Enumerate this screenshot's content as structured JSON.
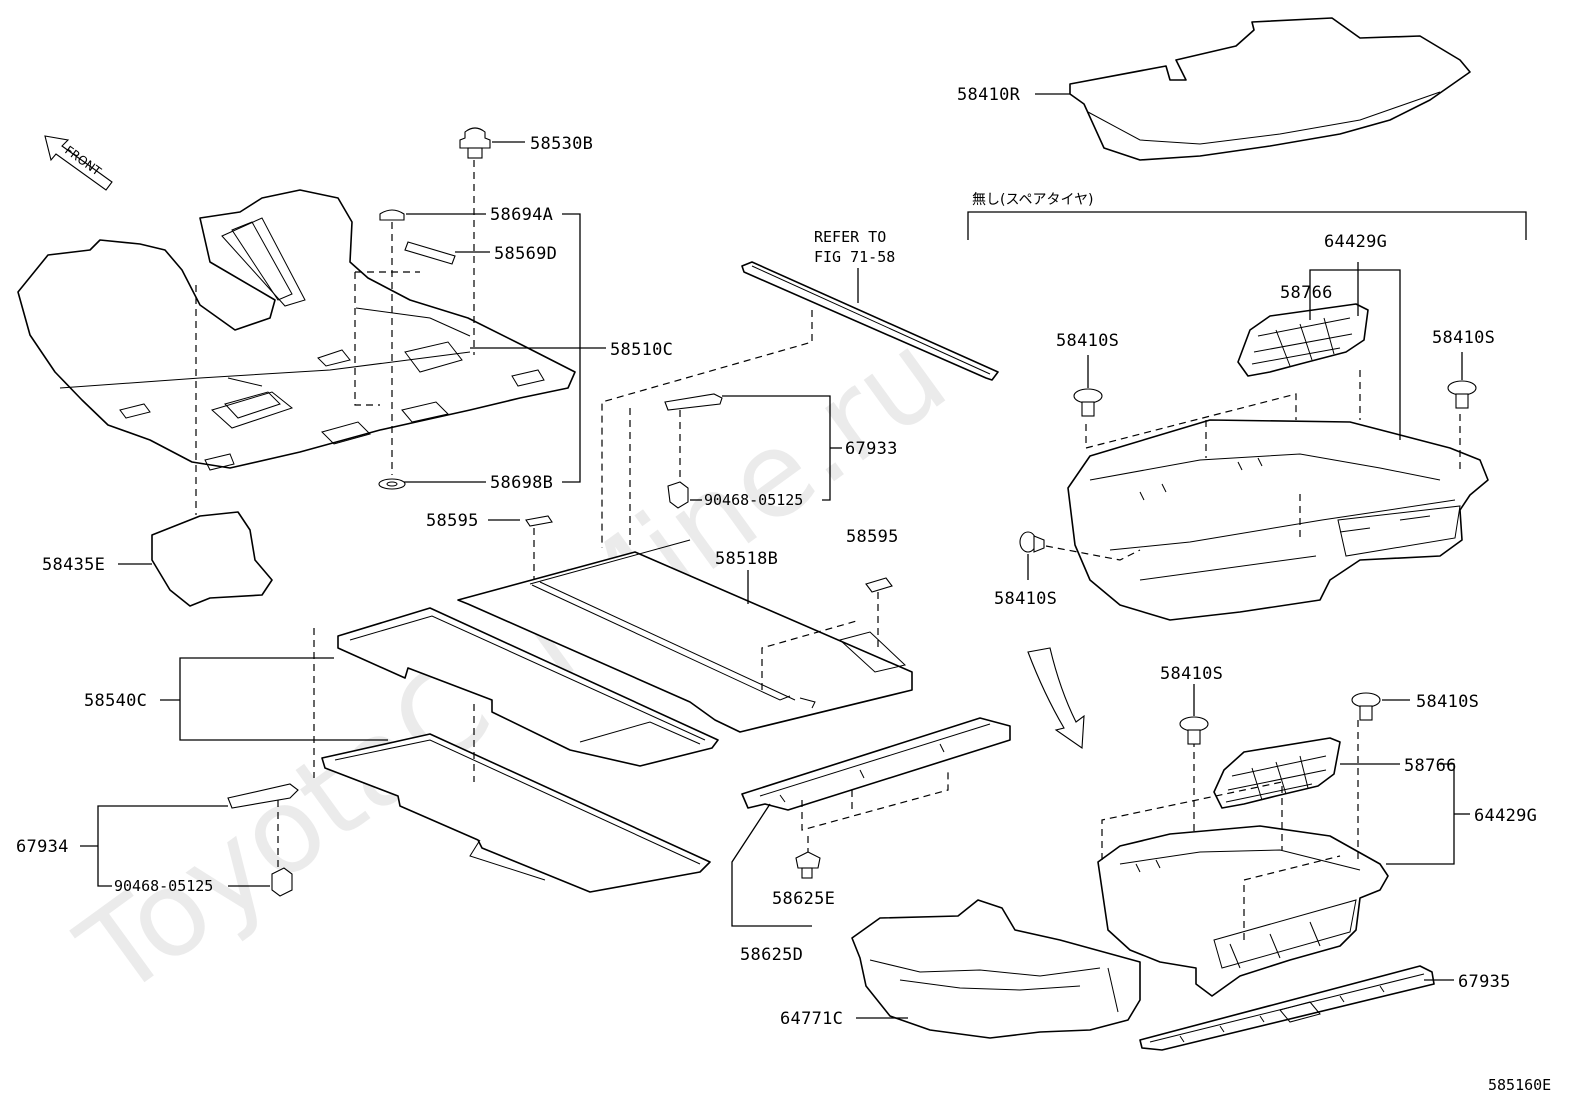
{
  "watermark": "ToyotaCarMine.ru",
  "front_indicator": "FRONT",
  "figure_code": "585160E",
  "spare_note": "無し(スペアタイヤ)",
  "refer_line1": "REFER TO",
  "refer_line2": "FIG 71-58",
  "labels": {
    "p58530B": "58530B",
    "p58694A": "58694A",
    "p58569D": "58569D",
    "p58510C": "58510C",
    "p58698B": "58698B",
    "p58435E": "58435E",
    "p58595a": "58595",
    "p58595b": "58595",
    "p58518B": "58518B",
    "p67933": "67933",
    "p90468a": "90468-05125",
    "p58540C": "58540C",
    "p67934": "67934",
    "p90468b": "90468-05125",
    "p58625E": "58625E",
    "p58625D": "58625D",
    "p64771C": "64771C",
    "p58410R": "58410R",
    "p64429Ga": "64429G",
    "p58766a": "58766",
    "p58410Sa": "58410S",
    "p58410Sb": "58410S",
    "p58410Sc": "58410S",
    "p58410Sd": "58410S",
    "p58410Se": "58410S",
    "p58766b": "58766",
    "p64429Gb": "64429G",
    "p67935": "67935"
  }
}
